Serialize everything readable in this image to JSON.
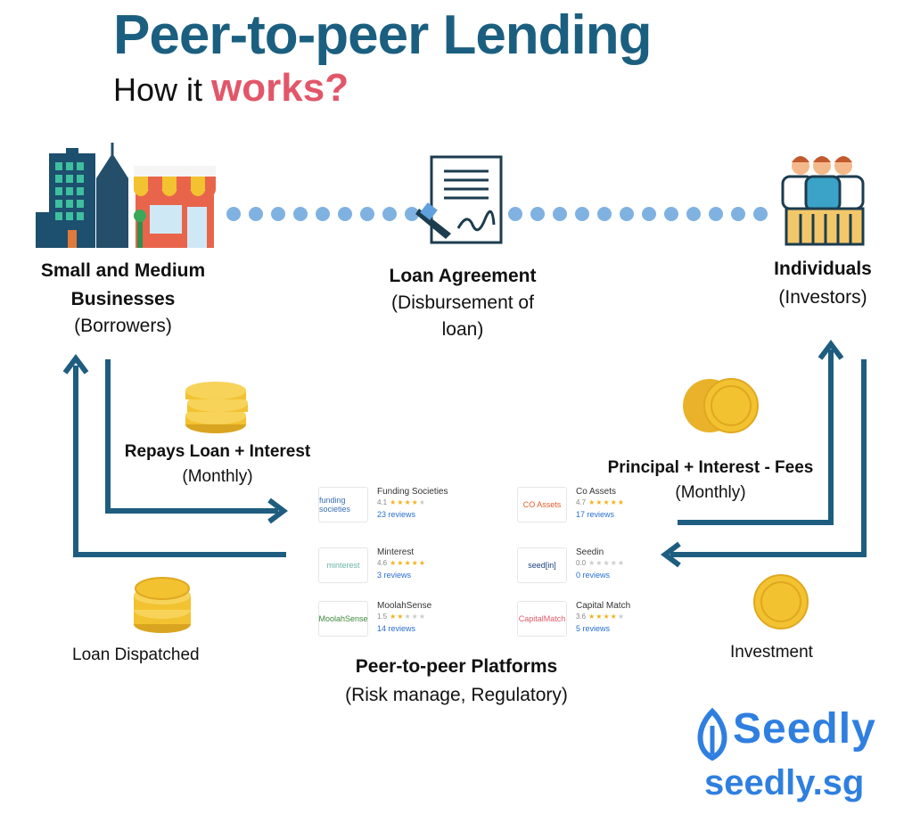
{
  "header": {
    "title": "Peer-to-peer Lending",
    "subtitle_lead": "How it ",
    "subtitle_highlight": "works?"
  },
  "nodes": {
    "borrowers": {
      "line1": "Small and Medium",
      "line2": "Businesses",
      "sub": "(Borrowers)"
    },
    "agreement": {
      "title": "Loan Agreement",
      "sub1": "(Disbursement of",
      "sub2": "loan)"
    },
    "investors": {
      "title": "Individuals",
      "sub": "(Investors)"
    },
    "platforms": {
      "title": "Peer-to-peer Platforms",
      "sub": "(Risk manage, Regulatory)"
    }
  },
  "flows": {
    "repays": {
      "title": "Repays Loan + Interest",
      "sub": "(Monthly)"
    },
    "principal": {
      "title": "Principal + Interest - Fees",
      "sub": "(Monthly)"
    },
    "loan_dispatched": "Loan Dispatched",
    "investment": "Investment"
  },
  "platforms": [
    {
      "name": "Funding Societies",
      "rating": "4.1",
      "stars": 4,
      "reviews": "23 reviews",
      "logo_text": "funding societies",
      "logo_color": "#3a6fb5"
    },
    {
      "name": "Co Assets",
      "rating": "4.7",
      "stars": 5,
      "reviews": "17 reviews",
      "logo_text": "CO Assets",
      "logo_color": "#e05a2b"
    },
    {
      "name": "Minterest",
      "rating": "4.6",
      "stars": 5,
      "reviews": "3 reviews",
      "logo_text": "minterest",
      "logo_color": "#6bb5a6"
    },
    {
      "name": "Seedin",
      "rating": "0.0",
      "stars": 0,
      "reviews": "0 reviews",
      "logo_text": "seed[in]",
      "logo_color": "#1b3f7a"
    },
    {
      "name": "MoolahSense",
      "rating": "1.5",
      "stars": 2,
      "reviews": "14 reviews",
      "logo_text": "MoolahSense",
      "logo_color": "#3b8a3b"
    },
    {
      "name": "Capital Match",
      "rating": "3.6",
      "stars": 4,
      "reviews": "5 reviews",
      "logo_text": "CapitalMatch",
      "logo_color": "#e05a6a"
    }
  ],
  "brand": {
    "name": "Seedly",
    "url": "seedly.sg"
  },
  "colors": {
    "title": "#1b5f80",
    "highlight": "#e2566a",
    "arrow": "#1e5d80",
    "dots": "#7fb2e0",
    "coin": "#f2c230",
    "brand": "#2f7fe0"
  }
}
